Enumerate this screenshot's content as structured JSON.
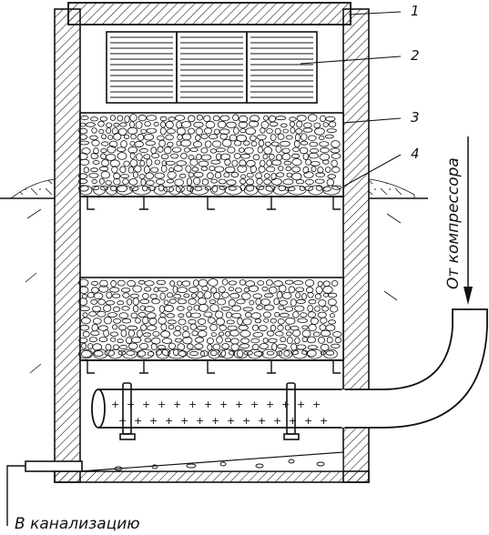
{
  "diagram": {
    "callouts": [
      "1",
      "2",
      "3",
      "4"
    ],
    "caption_outlet": "В канализацию",
    "caption_inlet": "От компрессора"
  },
  "colors": {
    "ink": "#111111",
    "background": "#ffffff"
  }
}
